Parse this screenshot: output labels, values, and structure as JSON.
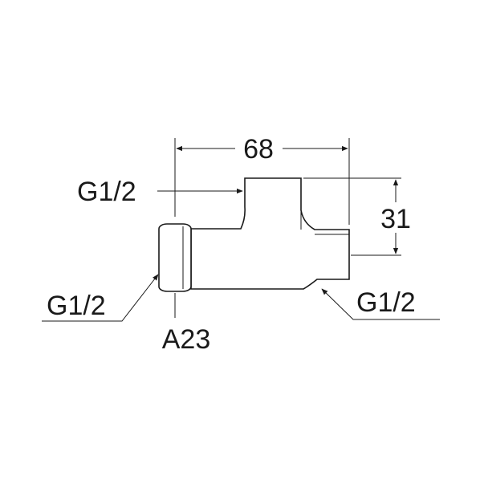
{
  "dimensions": {
    "width_value": "68",
    "height_value": "31"
  },
  "labels": {
    "top_thread": "G1/2",
    "left_thread": "G1/2",
    "right_thread": "G1/2",
    "left_across_flats": "A23"
  }
}
